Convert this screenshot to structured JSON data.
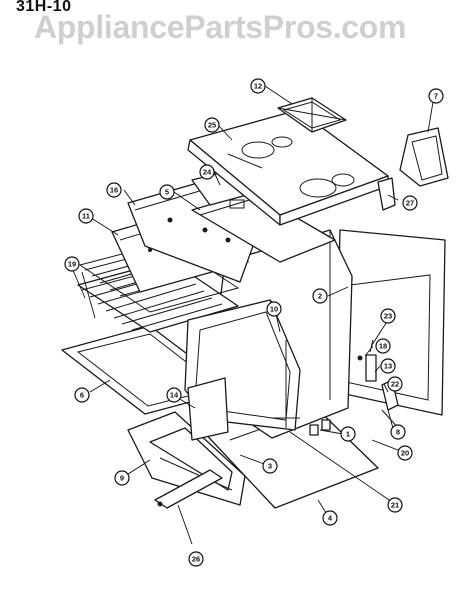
{
  "header": {
    "model_code": "31H-10",
    "watermark": "AppliancePartsPros.com"
  },
  "callouts": [
    "12",
    "7",
    "25",
    "27",
    "24",
    "16",
    "5",
    "11",
    "19",
    "2",
    "10",
    "23",
    "18",
    "13",
    "22",
    "6",
    "14",
    "1",
    "8",
    "20",
    "9",
    "3",
    "21",
    "26",
    "4"
  ]
}
